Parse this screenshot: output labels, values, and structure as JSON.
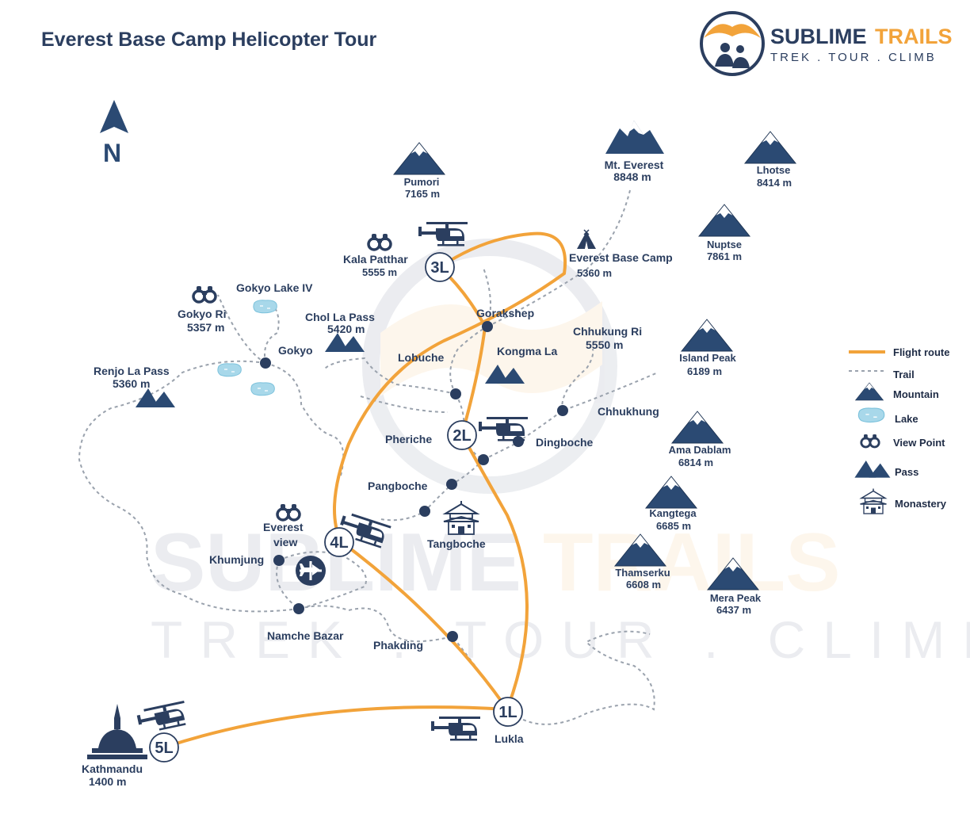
{
  "title": "Everest Base Camp Helicopter Tour",
  "brand": {
    "name_a": "SUBLIME",
    "name_b": "TRAILS",
    "tagline": "TREK . TOUR . CLIMB"
  },
  "north": "N",
  "colors": {
    "navy": "#2b3e5f",
    "route": "#f2a33a",
    "trail": "#9aa2ad",
    "lake": "#a8d8ea",
    "brand_orange": "#f2a33a"
  },
  "mountains": [
    {
      "name": "Pumori",
      "elev": "7165 m"
    },
    {
      "name": "Mt. Everest",
      "elev": "8848 m"
    },
    {
      "name": "Lhotse",
      "elev": "8414 m"
    },
    {
      "name": "Nuptse",
      "elev": "7861 m"
    },
    {
      "name": "Island Peak",
      "elev": "6189 m"
    },
    {
      "name": "Ama Dablam",
      "elev": "6814 m"
    },
    {
      "name": "Kangtega",
      "elev": "6685 m"
    },
    {
      "name": "Thamserku",
      "elev": "6608 m"
    },
    {
      "name": "Mera Peak",
      "elev": "6437 m"
    }
  ],
  "places": {
    "kala_patthar": {
      "name": "Kala Patthar",
      "elev": "5555 m"
    },
    "ebc": {
      "name": "Everest Base Camp",
      "elev": "5360 m"
    },
    "gokyo_lake": "Gokyo Lake IV",
    "gokyo_ri": {
      "name": "Gokyo Ri",
      "elev": "5357 m"
    },
    "chol_la": {
      "name": "Chol La Pass",
      "elev": "5420 m"
    },
    "gokyo": "Gokyo",
    "renjo_la": {
      "name": "Renjo La Pass",
      "elev": "5360 m"
    },
    "gorakshep": "Gorakshep",
    "chhukung_ri": {
      "name": "Chhukung Ri",
      "elev": "5550 m"
    },
    "lobuche": "Lobuche",
    "kongma_la": "Kongma La",
    "chhukhung": "Chhukhung",
    "pheriche": "Pheriche",
    "dingboche": "Dingboche",
    "pangboche": "Pangboche",
    "everest_view": [
      "Everest",
      "view"
    ],
    "tangboche": "Tangboche",
    "khumjung": "Khumjung",
    "namche": "Namche Bazar",
    "phakding": "Phakding",
    "lukla": "Lukla",
    "kathmandu": {
      "name": "Kathmandu",
      "elev": "1400 m"
    }
  },
  "stops": [
    "1L",
    "2L",
    "3L",
    "4L",
    "5L"
  ],
  "legend": [
    "Flight route",
    "Trail",
    "Mountain",
    "Lake",
    "View Point",
    "Pass",
    "Monastery"
  ]
}
